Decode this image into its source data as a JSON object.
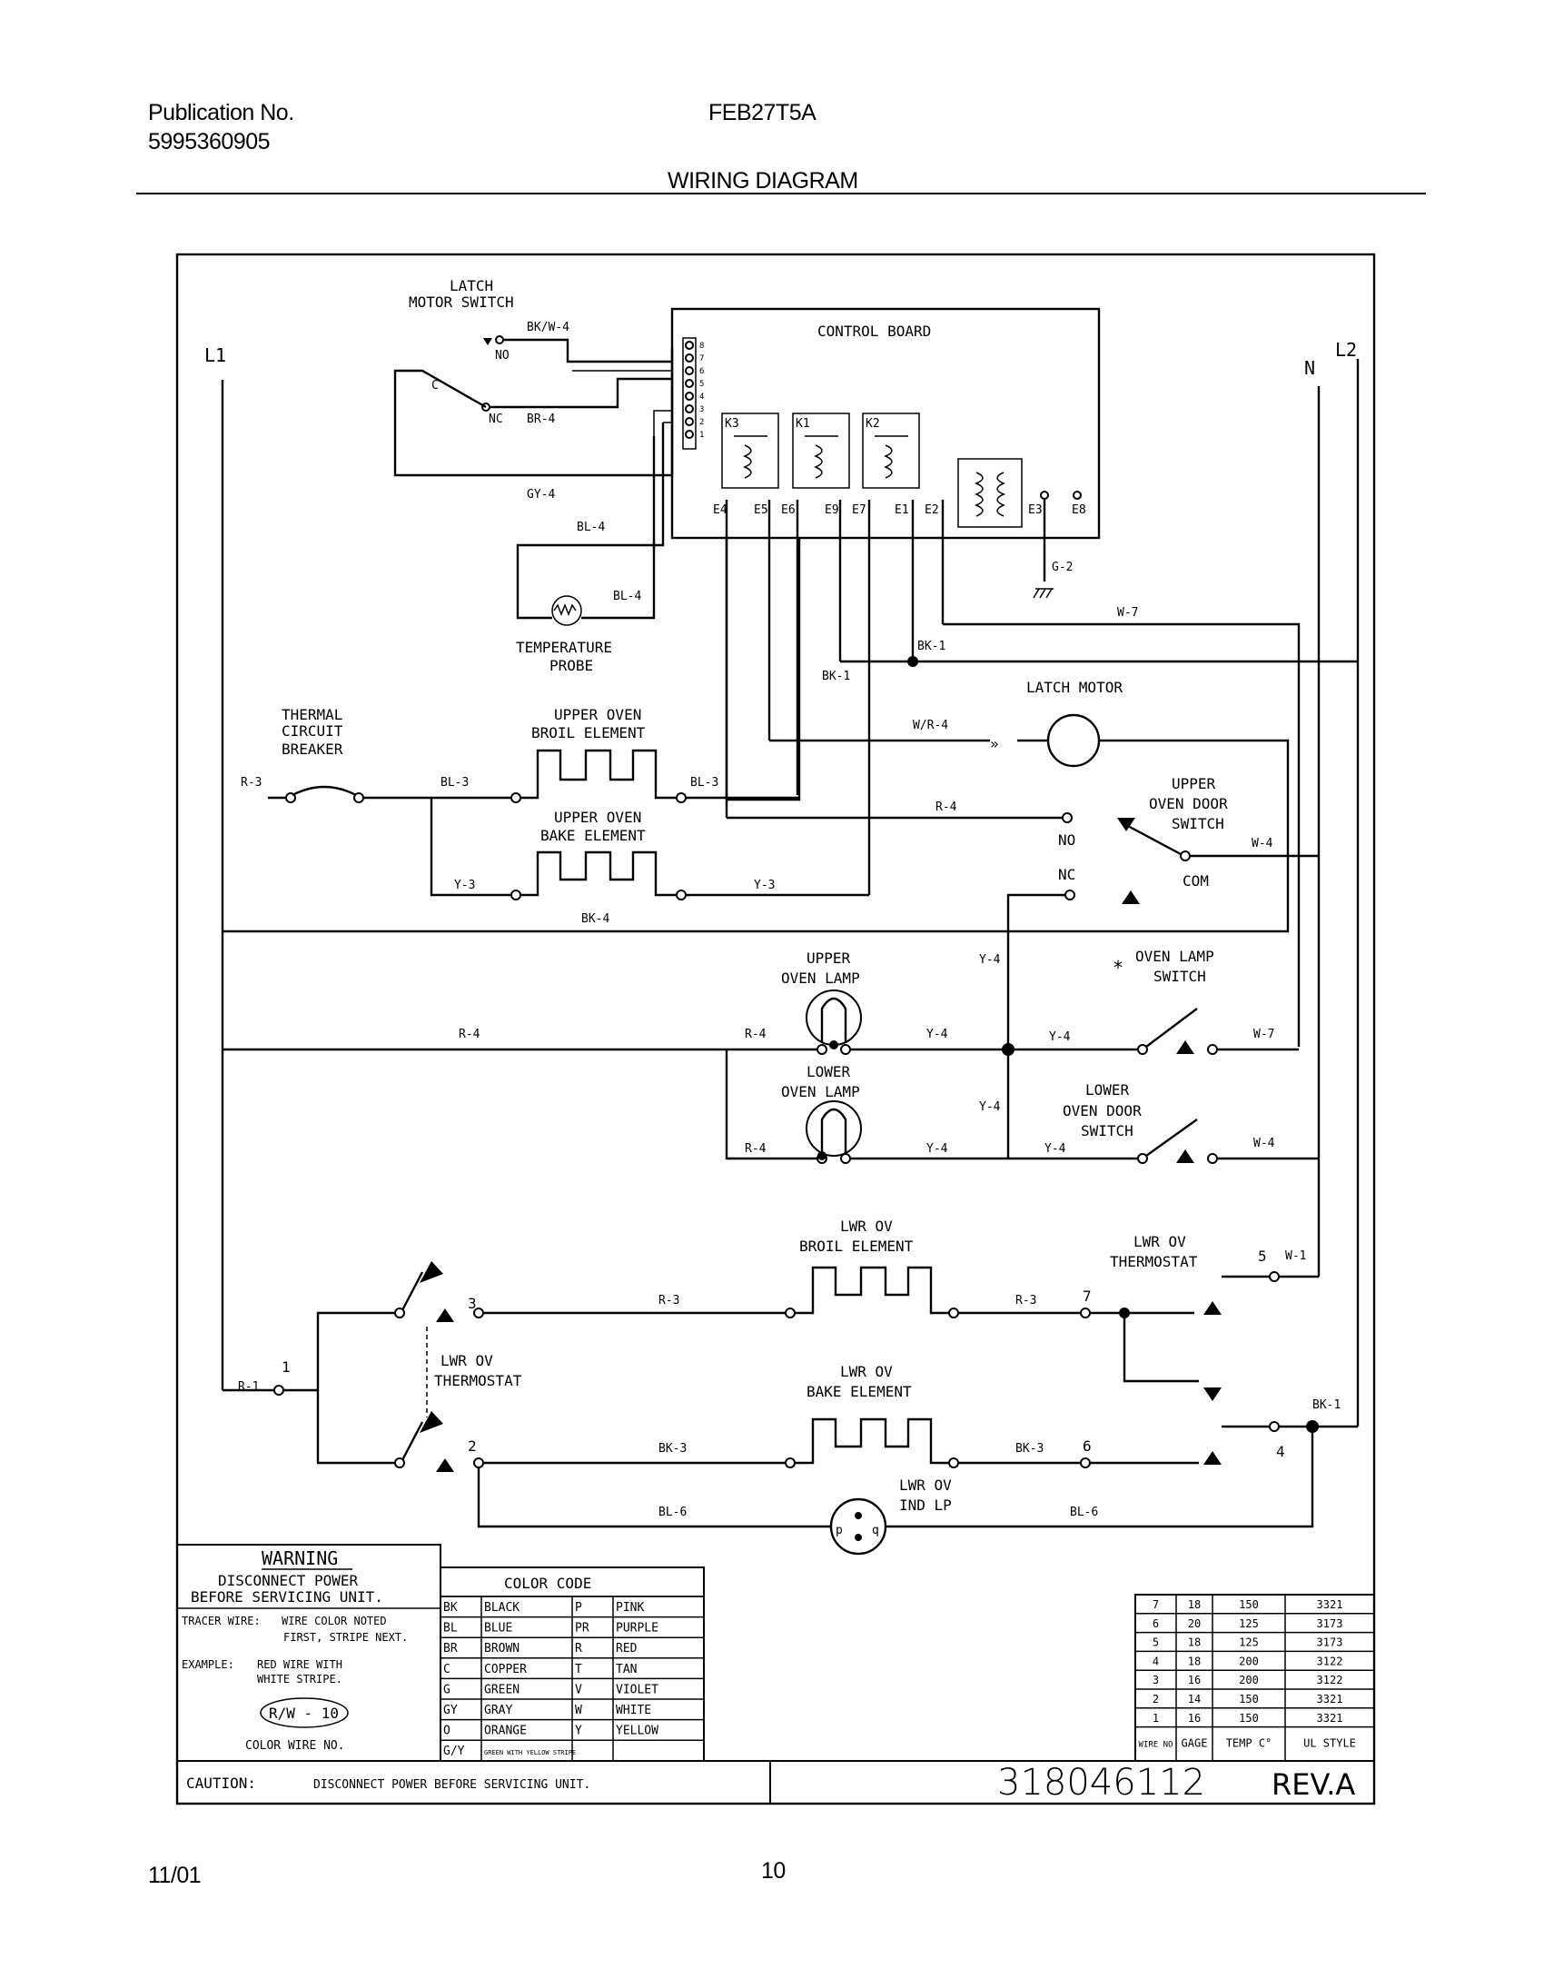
{
  "header": {
    "publication_label": "Publication No.",
    "publication_number": "5995360905",
    "model": "FEB27T5A",
    "title": "WIRING DIAGRAM"
  },
  "footer": {
    "date": "11/01",
    "page": "10"
  },
  "diagram": {
    "power": {
      "l1": "L1",
      "l2": "L2",
      "n": "N"
    },
    "latch_switch": {
      "title1": "LATCH",
      "title2": "MOTOR SWITCH",
      "no": "NO",
      "nc": "NC",
      "c": "C",
      "w_no": "BK/W-4",
      "w_nc": "BR-4",
      "w_gy": "GY-4"
    },
    "control_board": {
      "title": "CONTROL BOARD",
      "pins": [
        "8",
        "7",
        "6",
        "5",
        "4",
        "3",
        "2",
        "1"
      ],
      "relays": [
        "K3",
        "K1",
        "K2"
      ],
      "terminals": [
        "E4",
        "E5",
        "E6",
        "E9",
        "E7",
        "E1",
        "E2",
        "E3",
        "E8"
      ],
      "ground": "G-2"
    },
    "probe": {
      "title1": "TEMPERATURE",
      "title2": "PROBE",
      "w_a": "BL-4",
      "w_b": "BL-4"
    },
    "thermal_breaker": {
      "l1": "THERMAL",
      "l2": "CIRCUIT",
      "l3": "BREAKER"
    },
    "upper_broil": {
      "l1": "UPPER OVEN",
      "l2": "BROIL ELEMENT"
    },
    "upper_bake": {
      "l1": "UPPER OVEN",
      "l2": "BAKE ELEMENT"
    },
    "latch_motor": {
      "title": "LATCH MOTOR"
    },
    "upper_door_switch": {
      "l1": "UPPER",
      "l2": "OVEN DOOR",
      "l3": "SWITCH",
      "no": "NO",
      "nc": "NC",
      "com": "COM"
    },
    "upper_lamp": {
      "l1": "UPPER",
      "l2": "OVEN LAMP"
    },
    "lower_lamp": {
      "l1": "LOWER",
      "l2": "OVEN LAMP"
    },
    "oven_lamp_switch": {
      "star": "*",
      "l1": "OVEN LAMP",
      "l2": "SWITCH"
    },
    "lower_door_switch": {
      "l1": "LOWER",
      "l2": "OVEN DOOR",
      "l3": "SWITCH"
    },
    "lwr_broil": {
      "l1": "LWR OV",
      "l2": "BROIL ELEMENT"
    },
    "lwr_thermostat_r": {
      "l1": "LWR OV",
      "l2": "THERMOSTAT"
    },
    "lwr_thermostat_l": {
      "l1": "LWR OV",
      "l2": "THERMOSTAT"
    },
    "lwr_bake": {
      "l1": "LWR OV",
      "l2": "BAKE ELEMENT"
    },
    "ind_lamp": {
      "l1": "LWR OV",
      "l2": "IND LP",
      "p": "p",
      "q": "q"
    },
    "nodes": {
      "n1": "1",
      "n2": "2",
      "n3": "3",
      "n4": "4",
      "n5": "5",
      "n6": "6",
      "n7": "7"
    },
    "wires": {
      "gy4_top": "W-7",
      "bk1_a": "BK-1",
      "bk1_b": "BK-1",
      "wr4": "W/R-4",
      "r3_a": "R-3",
      "bl3_a": "BL-3",
      "bl3_b": "BL-3",
      "r4_door": "R-4",
      "w4_door": "W-4",
      "y3_a": "Y-3",
      "y3_b": "Y-3",
      "bk4": "BK-4",
      "y4_top": "Y-4",
      "r4_left": "R-4",
      "r4_lamp": "R-4",
      "y4_lamp": "Y-4",
      "y4_sw": "Y-4",
      "w7_sw": "W-7",
      "y4_mid": "Y-4",
      "r4_lower": "R-4",
      "y4_lower": "Y-4",
      "y4_ldsw": "Y-4",
      "w4_ldsw": "W-4",
      "w1": "W-1",
      "r3_b": "R-3",
      "r3_c": "R-3",
      "r1": "R-1",
      "bk3_a": "BK-3",
      "bk3_b": "BK-3",
      "bk1_c": "BK-1",
      "bl6_a": "BL-6",
      "bl6_b": "BL-6"
    }
  },
  "warning": {
    "title": "WARNING",
    "line1": "DISCONNECT POWER",
    "line2": "BEFORE SERVICING UNIT.",
    "tracer_label": "TRACER WIRE:",
    "tracer_text1": "WIRE COLOR NOTED",
    "tracer_text2": "FIRST, STRIPE NEXT.",
    "example_label": "EXAMPLE:",
    "example_text1": "RED WIRE WITH",
    "example_text2": "WHITE STRIPE.",
    "example_code": "R/W - 10",
    "example_caption": "COLOR WIRE NO."
  },
  "color_code": {
    "title": "COLOR CODE",
    "rows": [
      [
        "BK",
        "BLACK",
        "P",
        "PINK"
      ],
      [
        "BL",
        "BLUE",
        "PR",
        "PURPLE"
      ],
      [
        "BR",
        "BROWN",
        "R",
        "RED"
      ],
      [
        "C",
        "COPPER",
        "T",
        "TAN"
      ],
      [
        "G",
        "GREEN",
        "V",
        "VIOLET"
      ],
      [
        "GY",
        "GRAY",
        "W",
        "WHITE"
      ],
      [
        "O",
        "ORANGE",
        "Y",
        "YELLOW"
      ],
      [
        "G/Y",
        "GREEN WITH YELLOW STRIPE",
        "",
        ""
      ]
    ]
  },
  "wire_table": {
    "rows": [
      [
        "7",
        "18",
        "150",
        "3321"
      ],
      [
        "6",
        "20",
        "125",
        "3173"
      ],
      [
        "5",
        "18",
        "125",
        "3173"
      ],
      [
        "4",
        "18",
        "200",
        "3122"
      ],
      [
        "3",
        "16",
        "200",
        "3122"
      ],
      [
        "2",
        "14",
        "150",
        "3321"
      ],
      [
        "1",
        "16",
        "150",
        "3321"
      ]
    ],
    "headers": [
      "WIRE NO",
      "GAGE",
      "TEMP C°",
      "UL STYLE"
    ]
  },
  "caution": {
    "label": "CAUTION:",
    "text": "DISCONNECT POWER BEFORE SERVICING UNIT."
  },
  "part_number": "318046112",
  "revision": "REV.A"
}
